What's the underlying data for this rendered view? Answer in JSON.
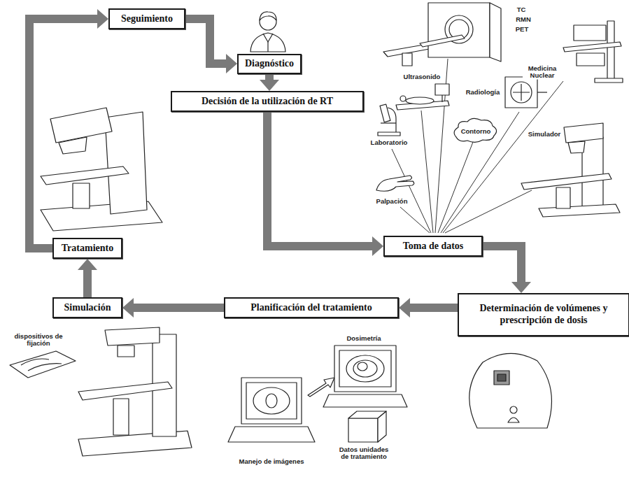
{
  "diagram": {
    "nodes": [
      {
        "text": [
          "Seguimiento"
        ]
      },
      {
        "text": [
          "Diagnóstico"
        ]
      },
      {
        "text": [
          "Decisión de la utilización de RT"
        ]
      },
      {
        "text": [
          "Toma de datos"
        ]
      },
      {
        "text": [
          "Determinación de volúmenes y prescripción de dosis"
        ]
      },
      {
        "text": [
          "Planificación del tratamiento"
        ]
      },
      {
        "text": [
          "Simulación"
        ]
      },
      {
        "text": [
          "Tratamiento"
        ]
      }
    ],
    "edges": [
      {
        "from": 0,
        "to": 1,
        "arrow": "to"
      },
      {
        "from": 1,
        "to": 2,
        "arrow": "to"
      },
      {
        "from": 2,
        "to": 3,
        "arrow": "to"
      },
      {
        "from": 3,
        "to": 4,
        "arrow": "to"
      },
      {
        "from": 4,
        "to": 5,
        "arrow": "to"
      },
      {
        "from": 5,
        "to": 6,
        "arrow": "to"
      },
      {
        "from": 6,
        "to": 7,
        "arrow": "to"
      },
      {
        "from": 7,
        "to": 0,
        "arrow": "to"
      }
    ],
    "labels": [
      "TC",
      "RMN",
      "PET",
      "Medicina Nuclear",
      "Ultrasonido",
      "Radiología",
      "Contorno",
      "Simulador",
      "Laboratorio",
      "Palpación",
      "dispositivos de fijación",
      "Dosimetría",
      "Manejo de imágenes",
      "Datos unidades de tratamiento"
    ]
  }
}
